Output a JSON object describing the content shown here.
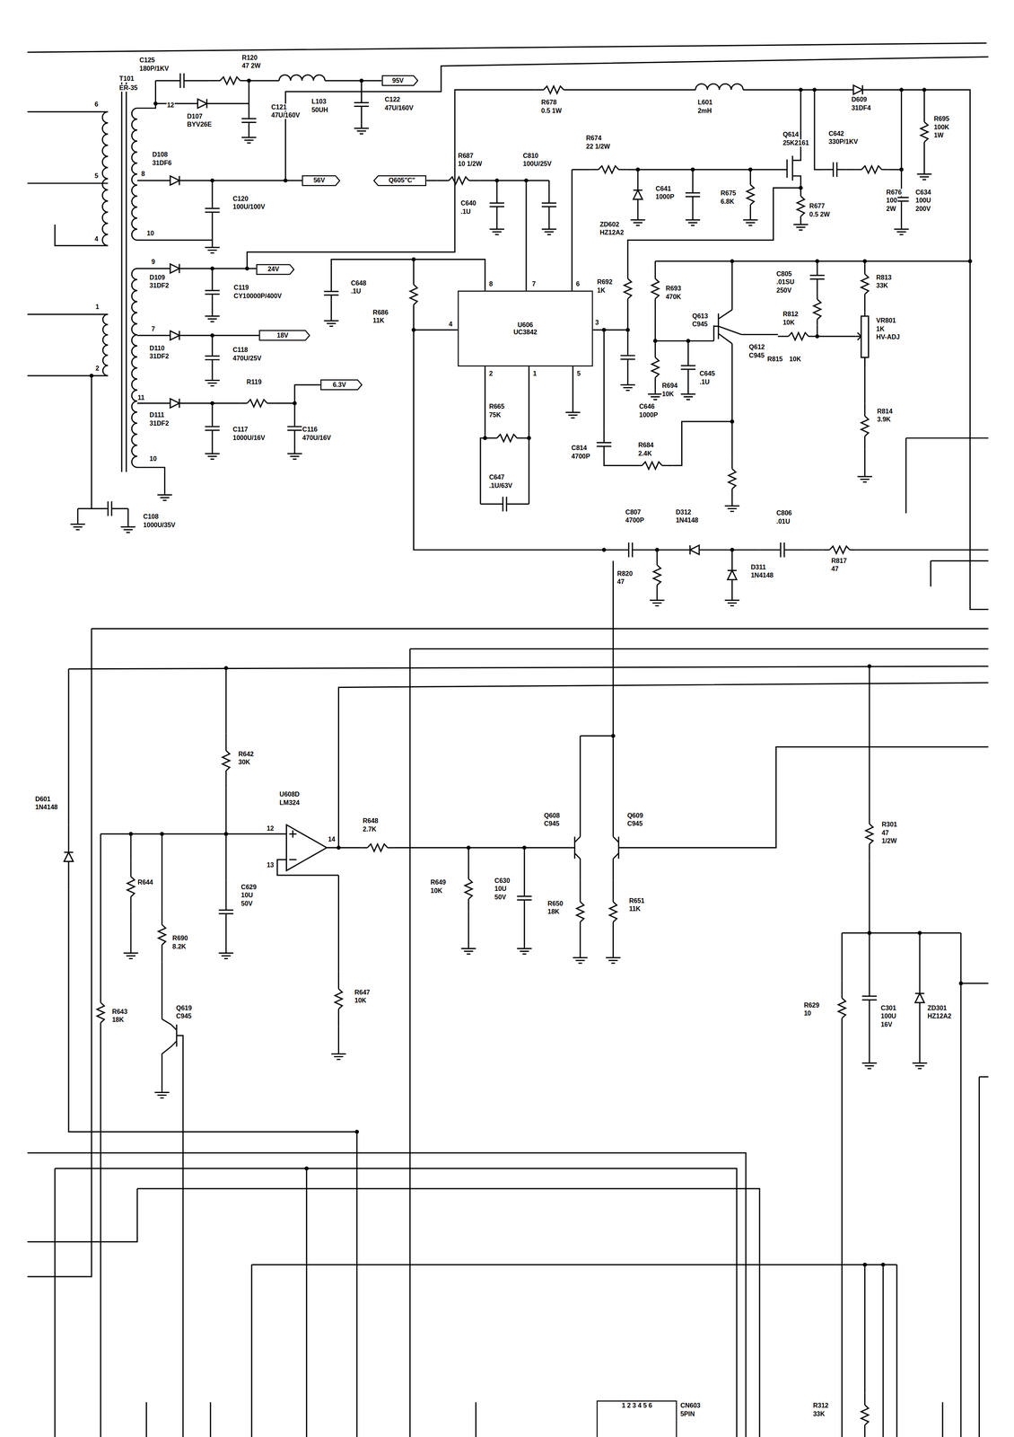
{
  "diagram": {
    "nodes": [
      {
        "text": [
          "95V"
        ]
      },
      {
        "text": [
          "56V"
        ]
      },
      {
        "text": [
          "Q605\"C\""
        ]
      },
      {
        "text": [
          "24V"
        ]
      },
      {
        "text": [
          "18V"
        ]
      },
      {
        "text": [
          "6.3V"
        ]
      },
      {
        "text": [
          "U606",
          "UC3842"
        ]
      },
      {
        "text": [
          "1 2 3 4 5 6"
        ]
      }
    ],
    "labels": [
      "C125",
      "180P/1KV",
      "R120",
      "47 2W",
      "T101",
      "ER-35",
      "12",
      "D107",
      "BYV26E",
      "C121",
      "47U/160V",
      "L103",
      "50UH",
      "C122",
      "47U/160V",
      "6",
      "5",
      "4",
      "D108",
      "31DF6",
      "8",
      "C120",
      "100U/100V",
      "10",
      "R678",
      "0.5 1W",
      "L601",
      "2mH",
      "D609",
      "31DF4",
      "R695",
      "100K",
      "1W",
      "Q614",
      "25K2161",
      "C642",
      "330P/1KV",
      "R676",
      "100",
      "2W",
      "C634",
      "100U",
      "200V",
      "R674",
      "22 1/2W",
      "ZD602",
      "HZ12A2",
      "C641",
      "1000P",
      "R675",
      "6.8K",
      "R677",
      "0.5 2W",
      "R687",
      "10 1/2W",
      "C810",
      "100U/25V",
      "C640",
      ".1U",
      "9",
      "D109",
      "31DF2",
      "C119",
      "CY10000P/400V",
      "C648",
      ".1U",
      "R686",
      "11K",
      "8",
      "7",
      "6",
      "4",
      "3",
      "2",
      "1",
      "5",
      "R692",
      "1K",
      "R693",
      "470K",
      "Q613",
      "C945",
      "Q612",
      "C945",
      "C805",
      ".01SU",
      "250V",
      "R813",
      "33K",
      "R812",
      "10K",
      "R815",
      "10K",
      "VR801",
      "1K",
      "HV-ADJ",
      "R814",
      "3.9K",
      "7",
      "D110",
      "31DF2",
      "C118",
      "470U/25V",
      "1",
      "2",
      "11",
      "D111",
      "31DF2",
      "R119",
      "C117",
      "1000U/16V",
      "C116",
      "470U/16V",
      "10",
      "C108",
      "1000U/35V",
      "R665",
      "75K",
      "C647",
      ".1U/63V",
      "C646",
      "1000P",
      "R694",
      "10K",
      "C645",
      ".1U",
      "C814",
      "4700P",
      "R684",
      "2.4K",
      "C807",
      "4700P",
      "D312",
      "1N4148",
      "C806",
      ".01U",
      "R820",
      "47",
      "D311",
      "1N4148",
      "R817",
      "47",
      "R642",
      "30K",
      "D601",
      "1N4148",
      "U608D",
      "LM324",
      "12",
      "13",
      "14",
      "R648",
      "2.7K",
      "Q608",
      "C945",
      "Q609",
      "C945",
      "R644",
      "C629",
      "10U",
      "50V",
      "R649",
      "10K",
      "C630",
      "10U",
      "50V",
      "R650",
      "18K",
      "R651",
      "11K",
      "R690",
      "8.2K",
      "R643",
      "18K",
      "Q619",
      "C945",
      "R647",
      "10K",
      "R301",
      "47",
      "1/2W",
      "R629",
      "10",
      "C301",
      "100U",
      "16V",
      "ZD301",
      "HZ12A2",
      "CN603",
      "5PIN",
      "R312",
      "33K"
    ]
  }
}
